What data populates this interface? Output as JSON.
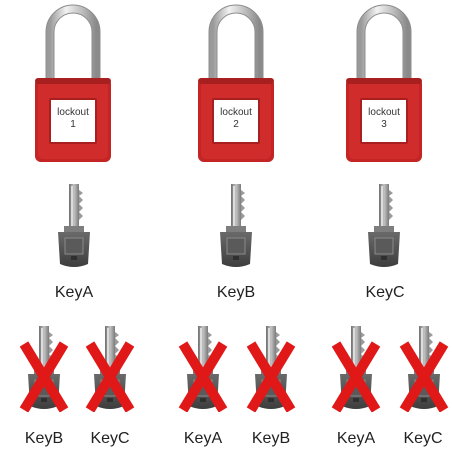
{
  "colors": {
    "lock_body": "#cc2828",
    "lock_body_dark": "#a81f1f",
    "shackle": "#c8c8c8",
    "tag": "#ffffff",
    "key_metal": "#8c8c8c",
    "key_head": "#555555",
    "cross": "#e01818"
  },
  "padlocks": [
    {
      "label_line1": "lockout",
      "label_line2": "1"
    },
    {
      "label_line1": "lockout",
      "label_line2": "2"
    },
    {
      "label_line1": "lockout",
      "label_line2": "3"
    }
  ],
  "keys": [
    {
      "label": "KeyA"
    },
    {
      "label": "KeyB"
    },
    {
      "label": "KeyC"
    }
  ],
  "crossed_keys": [
    {
      "label": "KeyB"
    },
    {
      "label": "KeyC"
    },
    {
      "label": "KeyA"
    },
    {
      "label": "KeyB"
    },
    {
      "label": "KeyA"
    },
    {
      "label": "KeyC"
    }
  ]
}
